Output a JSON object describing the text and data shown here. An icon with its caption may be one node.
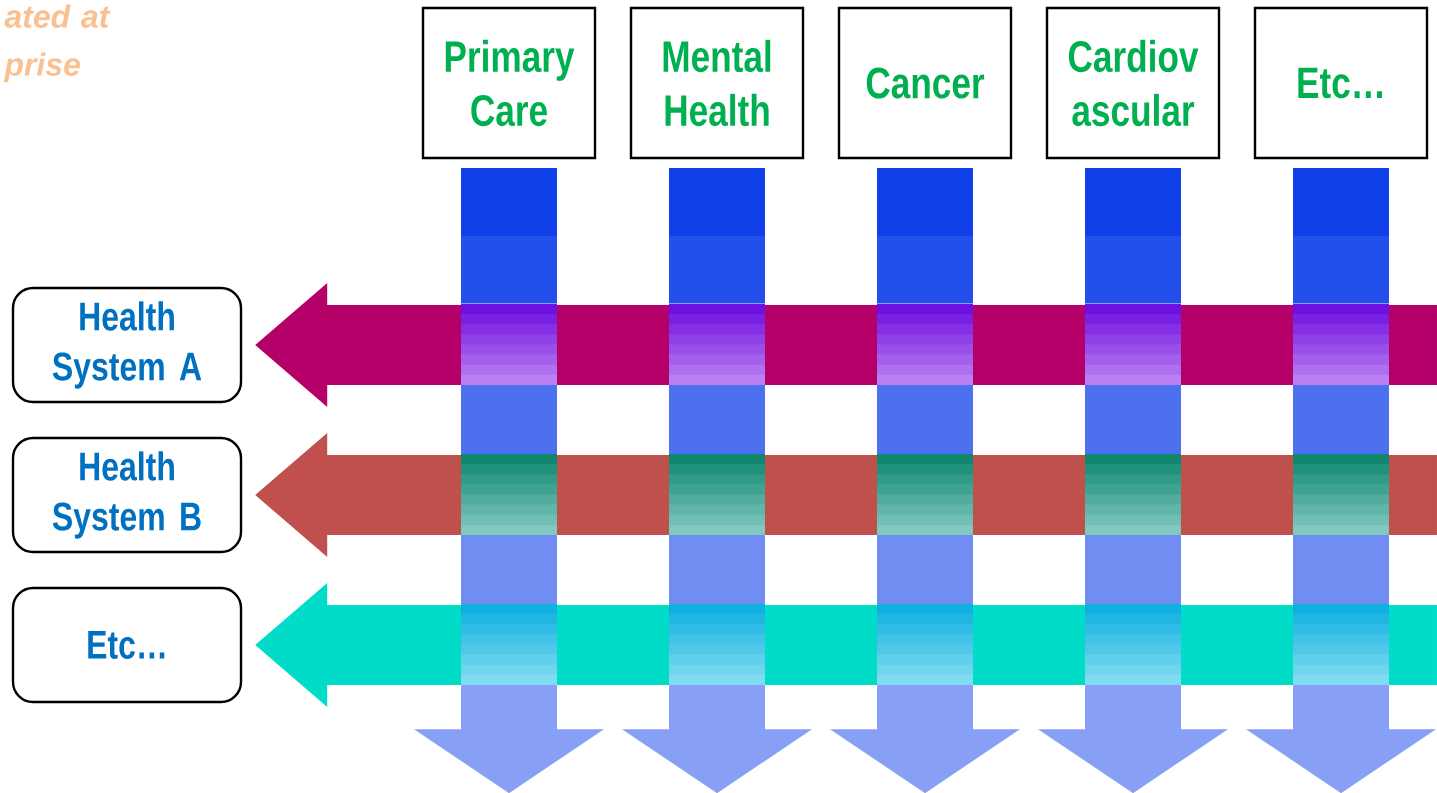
{
  "diagram": {
    "nodes": [
      {
        "text": [
          "Primary Care"
        ]
      },
      {
        "text": [
          "Mental Health"
        ]
      },
      {
        "text": [
          "Cancer"
        ]
      },
      {
        "text": [
          "Cardiov ascular"
        ]
      },
      {
        "text": [
          "Etc…"
        ]
      },
      {
        "text": [
          "Health System A"
        ]
      },
      {
        "text": [
          "Health System B"
        ]
      },
      {
        "text": [
          "Etc…"
        ]
      }
    ],
    "edges": [
      {
        "from": 0,
        "to": null,
        "arrow": "to",
        "color": "#1040e8"
      },
      {
        "from": 1,
        "to": null,
        "arrow": "to",
        "color": "#1040e8"
      },
      {
        "from": 2,
        "to": null,
        "arrow": "to",
        "color": "#1040e8"
      },
      {
        "from": 3,
        "to": null,
        "arrow": "to",
        "color": "#1040e8"
      },
      {
        "from": 4,
        "to": null,
        "arrow": "to",
        "color": "#1040e8"
      },
      {
        "from": null,
        "to": 5,
        "arrow": "to",
        "color": "#b40068"
      },
      {
        "from": null,
        "to": 6,
        "arrow": "to",
        "color": "#c0504d"
      },
      {
        "from": null,
        "to": 7,
        "arrow": "to",
        "color": "#00dcc8"
      }
    ],
    "labels": [
      "ated at prise"
    ]
  }
}
